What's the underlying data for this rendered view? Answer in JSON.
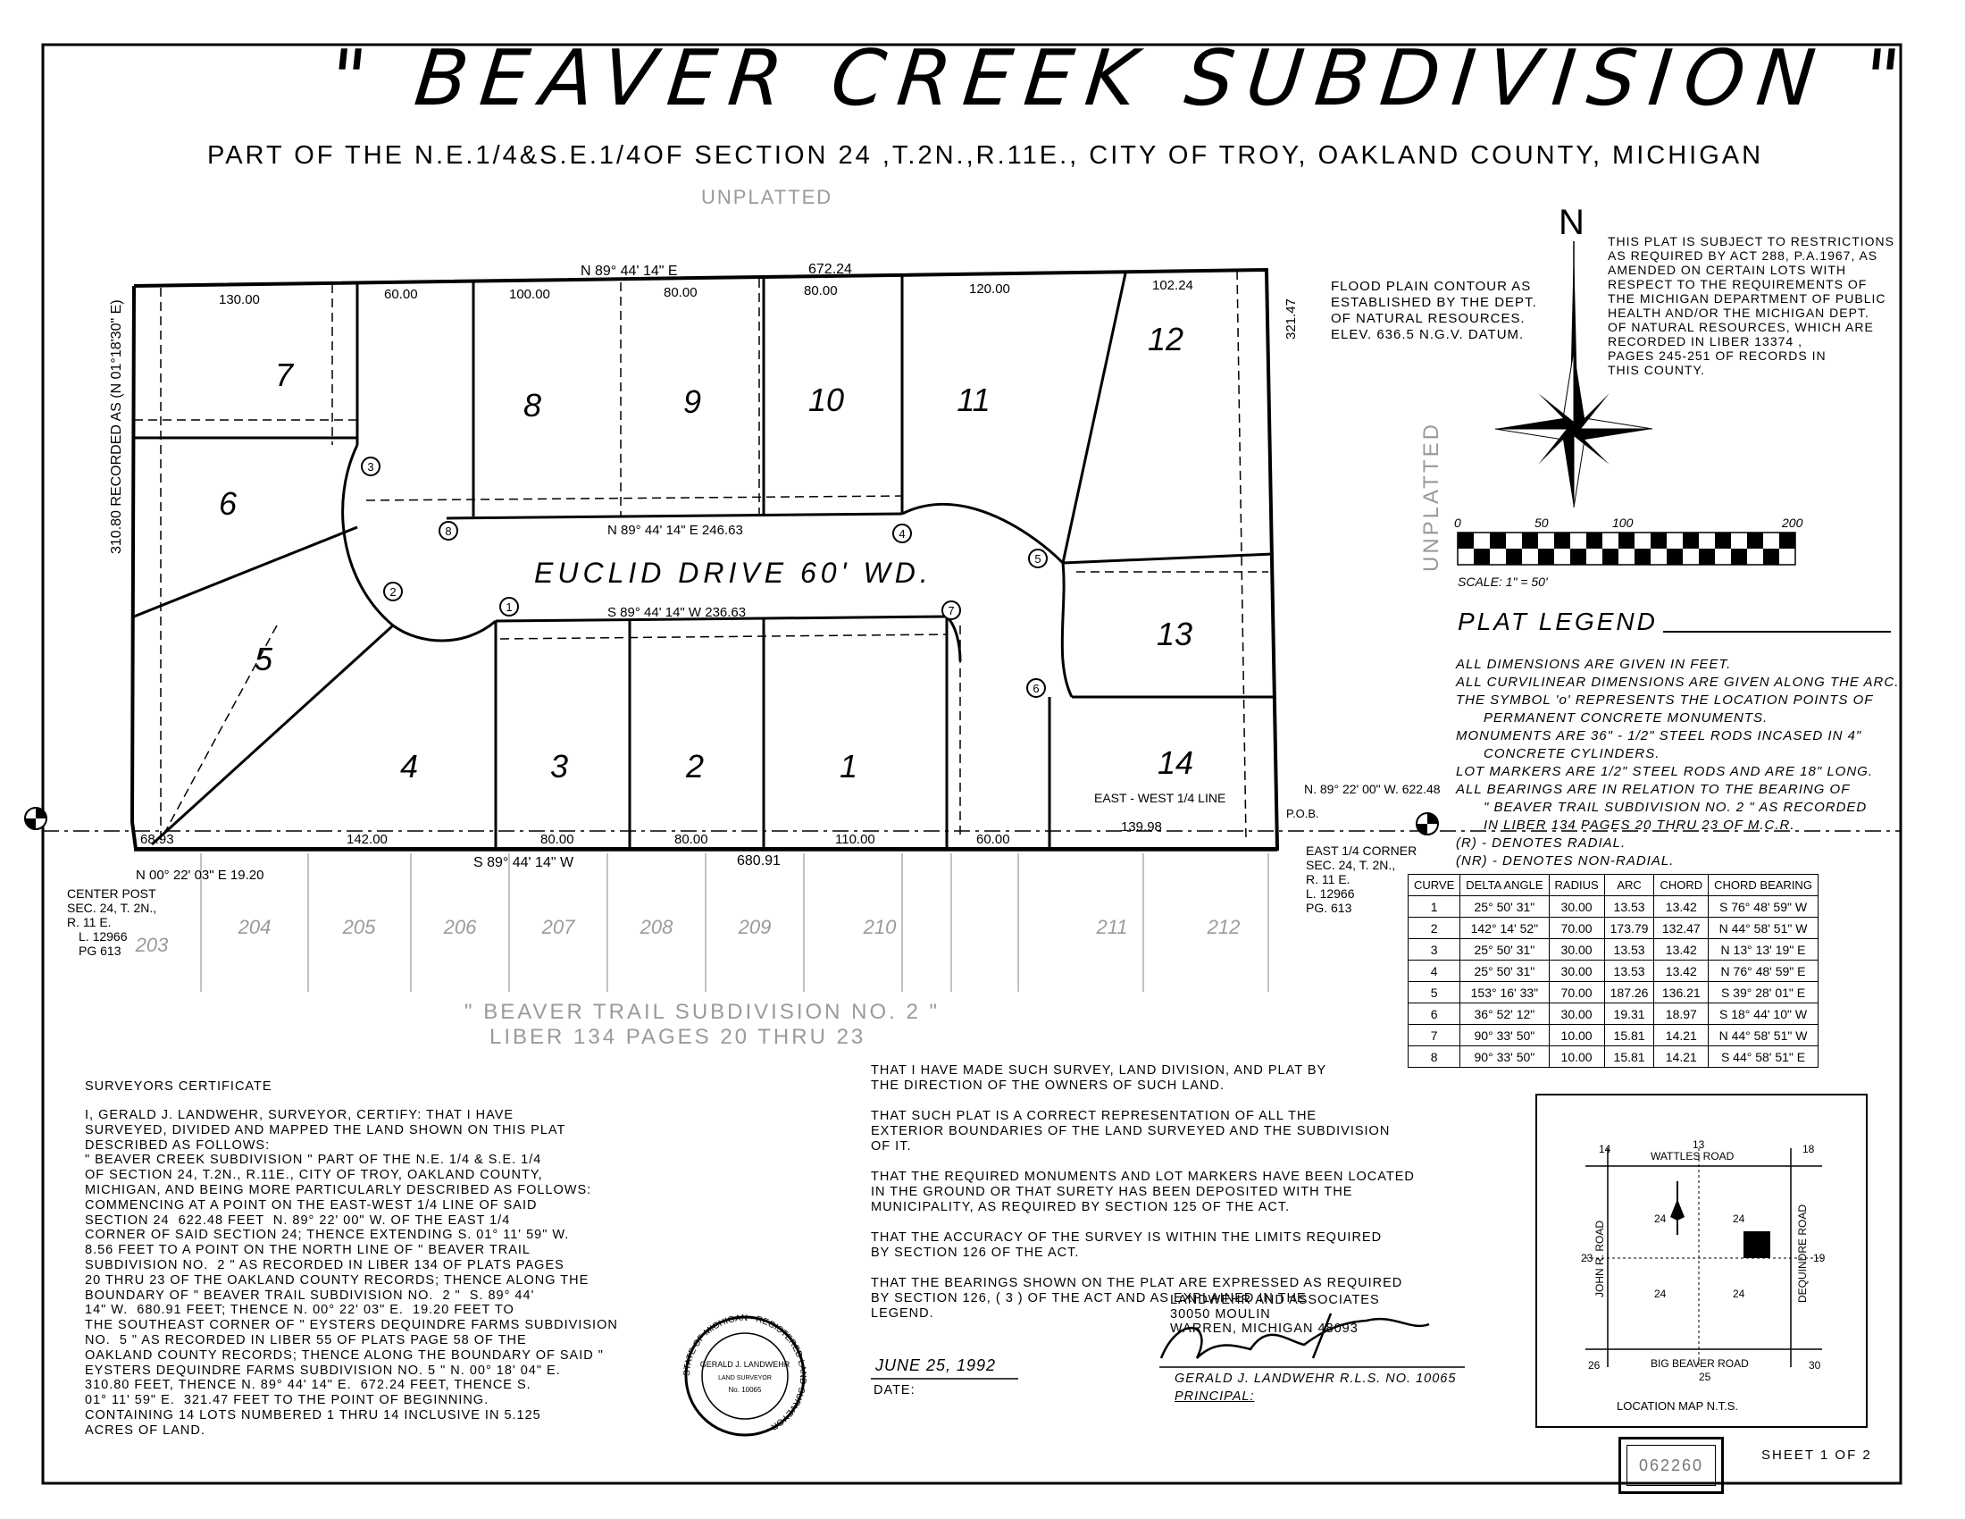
{
  "title": "\" BEAVER CREEK SUBDIVISION \"",
  "subtitle": "PART OF THE N.E.1/4&S.E.1/4OF SECTION 24 ,T.2N.,R.11E., CITY OF TROY, OAKLAND COUNTY, MICHIGAN",
  "unplatted_top": "UNPLATTED",
  "unplatted_right": "UNPLATTED",
  "street_label": "EUCLID DRIVE 60' WD.",
  "north_letter": "N",
  "restriction_note": [
    "THIS PLAT IS SUBJECT TO RESTRICTIONS",
    "AS REQUIRED BY ACT 288, P.A.1967, AS",
    "AMENDED ON CERTAIN LOTS WITH",
    "RESPECT TO THE REQUIREMENTS OF",
    "THE MICHIGAN DEPARTMENT OF PUBLIC",
    "HEALTH AND/OR THE MICHIGAN DEPT.",
    "OF NATURAL RESOURCES, WHICH ARE",
    "RECORDED IN LIBER 13374 ,",
    "PAGES 245-251 OF RECORDS IN",
    "THIS COUNTY."
  ],
  "flood_note": [
    "FLOOD PLAIN CONTOUR AS",
    "ESTABLISHED BY THE DEPT.",
    "OF NATURAL RESOURCES.",
    "ELEV. 636.5 N.G.V. DATUM."
  ],
  "scale": {
    "ticks": [
      "0",
      "50",
      "100",
      "200"
    ],
    "label": "SCALE: 1\" = 50'"
  },
  "legend": {
    "heading": "PLAT LEGEND",
    "lines": [
      "ALL DIMENSIONS ARE GIVEN IN FEET.",
      "ALL CURVILINEAR DIMENSIONS ARE GIVEN ALONG THE ARC.",
      "THE SYMBOL 'o' REPRESENTS THE LOCATION POINTS OF",
      "      PERMANENT CONCRETE MONUMENTS.",
      "MONUMENTS ARE 36\" - 1/2\" STEEL RODS INCASED IN 4\"",
      "      CONCRETE CYLINDERS.",
      "LOT MARKERS ARE 1/2\" STEEL RODS AND ARE 18\" LONG.",
      "ALL BEARINGS ARE IN RELATION TO THE BEARING OF",
      "      \" BEAVER TRAIL SUBDIVISION NO. 2 \" AS RECORDED",
      "      IN LIBER 134 PAGES 20 THRU 23 OF M.C.R.",
      "(R) - DENOTES RADIAL.",
      "(NR) - DENOTES NON-RADIAL."
    ]
  },
  "curve_table": {
    "headers": [
      "CURVE",
      "DELTA ANGLE",
      "RADIUS",
      "ARC",
      "CHORD",
      "CHORD BEARING"
    ],
    "rows": [
      [
        "1",
        "25° 50' 31\"",
        "30.00",
        "13.53",
        "13.42",
        "S 76° 48' 59\" W"
      ],
      [
        "2",
        "142° 14' 52\"",
        "70.00",
        "173.79",
        "132.47",
        "N 44° 58' 51\" W"
      ],
      [
        "3",
        "25° 50' 31\"",
        "30.00",
        "13.53",
        "13.42",
        "N 13° 13' 19\" E"
      ],
      [
        "4",
        "25° 50' 31\"",
        "30.00",
        "13.53",
        "13.42",
        "N 76° 48' 59\" E"
      ],
      [
        "5",
        "153° 16' 33\"",
        "70.00",
        "187.26",
        "136.21",
        "S 39° 28' 01\" E"
      ],
      [
        "6",
        "36° 52' 12\"",
        "30.00",
        "19.31",
        "18.97",
        "S 18° 44' 10\" W"
      ],
      [
        "7",
        "90° 33' 50\"",
        "10.00",
        "15.81",
        "14.21",
        "N 44° 58' 51\" W"
      ],
      [
        "8",
        "90° 33' 50\"",
        "10.00",
        "15.81",
        "14.21",
        "S 44° 58' 51\" E"
      ]
    ]
  },
  "lots": [
    "1",
    "2",
    "3",
    "4",
    "5",
    "6",
    "7",
    "8",
    "9",
    "10",
    "11",
    "12",
    "13",
    "14"
  ],
  "dims": {
    "top_bearing": "N 89° 44' 14\" E",
    "top_total": "672.24",
    "bottom_bearing": "S 89° 44' 14\" W",
    "bottom_total": "680.91",
    "top_segments": [
      "130.00",
      "60.00",
      "100.00",
      "80.00",
      "80.00",
      "120.00",
      "102.24"
    ],
    "bottom_segments": [
      "68.93",
      "142.00",
      "80.00",
      "80.00",
      "110.00",
      "60.00",
      "139.98"
    ],
    "west_line": "310.80 RECORDED AS (N 01°18'30\" E)",
    "east_line": "321.47",
    "north_euclid": "N 89° 44' 14\" E  246.63",
    "south_euclid": "S 89° 44' 14\" W  236.63",
    "quarter_line": "EAST - WEST 1/4 LINE",
    "center_post": [
      "CENTER POST",
      "SEC. 24, T. 2N.,",
      "R. 11 E.",
      "L. 12966",
      "PG 613"
    ],
    "east_corner": [
      "EAST 1/4 CORNER",
      "SEC. 24, T. 2N.,",
      "R. 11 E.",
      "L. 12966",
      "PG. 613"
    ],
    "pob": "P.O.B.",
    "n0022": "N 00° 22' 03\" E 19.20",
    "east_bearing": "N. 89° 22' 00\" W. 622.48"
  },
  "south_lots": [
    "203",
    "204",
    "205",
    "206",
    "207",
    "208",
    "209",
    "210",
    "211",
    "212"
  ],
  "beaver_trail": [
    "\" BEAVER TRAIL SUBDIVISION NO. 2 \"",
    "LIBER 134  PAGES 20 THRU 23"
  ],
  "surveyor_cert": {
    "heading": "SURVEYORS CERTIFICATE",
    "body": "I, GERALD J. LANDWEHR, SURVEYOR, CERTIFY: THAT I HAVE\nSURVEYED, DIVIDED AND MAPPED THE LAND SHOWN ON THIS PLAT\nDESCRIBED AS FOLLOWS:\n\" BEAVER CREEK SUBDIVISION \" PART OF THE N.E. 1/4 & S.E. 1/4\nOF SECTION 24, T.2N., R.11E., CITY OF TROY, OAKLAND COUNTY,\nMICHIGAN, AND BEING MORE PARTICULARLY DESCRIBED AS FOLLOWS:\nCOMMENCING AT A POINT ON THE EAST-WEST 1/4 LINE OF SAID\nSECTION 24  622.48 FEET  N. 89° 22' 00\" W. OF THE EAST 1/4\nCORNER OF SAID SECTION 24; THENCE EXTENDING S. 01° 11' 59\" W.\n8.56 FEET TO A POINT ON THE NORTH LINE OF \" BEAVER TRAIL\nSUBDIVISION NO.  2 \" AS RECORDED IN LIBER 134 OF PLATS PAGES\n20 THRU 23 OF THE OAKLAND COUNTY RECORDS; THENCE ALONG THE\nBOUNDARY OF \" BEAVER TRAIL SUBDIVISION NO.  2 \"  S. 89° 44'\n14\" W.  680.91 FEET; THENCE N. 00° 22' 03\" E.  19.20 FEET TO\nTHE SOUTHEAST CORNER OF \" EYSTERS DEQUINDRE FARMS SUBDIVISION\nNO.  5 \" AS RECORDED IN LIBER 55 OF PLATS PAGE 58 OF THE\nOAKLAND COUNTY RECORDS; THENCE ALONG THE BOUNDARY OF SAID \"\nEYSTERS DEQUINDRE FARMS SUBDIVISION NO. 5 \" N. 00° 18' 04\" E.\n310.80 FEET, THENCE N. 89° 44' 14\" E.  672.24 FEET, THENCE S.\n01° 11' 59\" E.  321.47 FEET TO THE POINT OF BEGINNING.\nCONTAINING 14 LOTS NUMBERED 1 THRU 14 INCLUSIVE IN 5.125\nACRES OF LAND."
  },
  "cert_right": "THAT I HAVE MADE SUCH SURVEY, LAND DIVISION, AND PLAT BY\nTHE DIRECTION OF THE OWNERS OF SUCH LAND.\n\nTHAT SUCH PLAT IS A CORRECT REPRESENTATION OF ALL THE\nEXTERIOR BOUNDARIES OF THE LAND SURVEYED AND THE SUBDIVISION\nOF IT.\n\nTHAT THE REQUIRED MONUMENTS AND LOT MARKERS HAVE BEEN LOCATED\nIN THE GROUND OR THAT SURETY HAS BEEN DEPOSITED WITH THE\nMUNICIPALITY, AS REQUIRED BY SECTION 125 OF THE ACT.\n\nTHAT THE ACCURACY OF THE SURVEY IS WITHIN THE LIMITS REQUIRED\nBY SECTION 126 OF THE ACT.\n\nTHAT THE BEARINGS SHOWN ON THE PLAT ARE EXPRESSED AS REQUIRED\nBY SECTION 126, ( 3 ) OF THE ACT AND AS EXPLAINED IN THE\nLEGEND.",
  "firm": [
    "LANDWEHR AND ASSOCIATES",
    "30050 MOULIN",
    "WARREN, MICHIGAN 48093"
  ],
  "signer": "GERALD J. LANDWEHR R.L.S. NO. 10065",
  "principal": "PRINCIPAL:",
  "date_value": "JUNE 25, 1992",
  "date_label": "DATE:",
  "seal": {
    "ring": "STATE OF MICHIGAN · REGISTERED LAND SURVEYOR ·",
    "name": "GERALD J. LANDWEHR",
    "title": "LAND SURVEYOR",
    "no": "No. 10065"
  },
  "location_map": {
    "caption": "LOCATION MAP N.T.S.",
    "roads": [
      "WATTLES ROAD",
      "BIG BEAVER ROAD",
      "JOHN R. ROAD",
      "DEQUINDRE ROAD"
    ],
    "sections": [
      "14",
      "13",
      "18",
      "24",
      "24",
      "23",
      "19",
      "24",
      "24",
      "26",
      "25",
      "30"
    ]
  },
  "plat_number": "062260",
  "sheet": "SHEET  1  OF  2"
}
